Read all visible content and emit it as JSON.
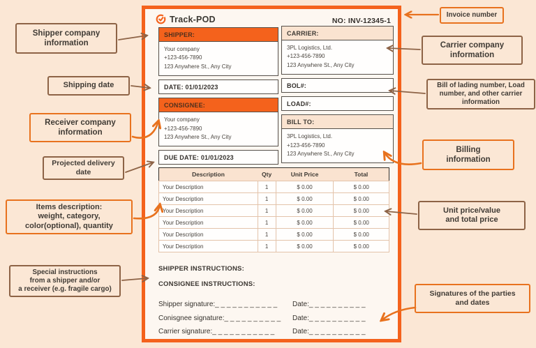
{
  "colors": {
    "accent_orange": "#F4621C",
    "annotation_orange": "#E8721E",
    "annotation_brown": "#8D6346",
    "page_peach": "#FBE7D5",
    "header_peach": "#FAE3D0"
  },
  "invoice": {
    "brand": "Track-POD",
    "number": "NO: INV-12345-1",
    "shipper": {
      "title": "SHIPPER:",
      "lines": [
        "Your company",
        "+123-456-7890",
        "123 Anywhere St., Any City"
      ],
      "date": "DATE: 01/01/2023"
    },
    "consignee": {
      "title": "CONSIGNEE:",
      "lines": [
        "Your company",
        "+123-456-7890",
        "123 Anywhere St., Any City"
      ],
      "due_date": "DUE DATE: 01/01/2023"
    },
    "carrier": {
      "title": "CARRIER:",
      "lines": [
        "3PL Logistics, Ltd.",
        "+123-456-7890",
        "123 Anywhere St., Any City"
      ],
      "bol": "BOL#:",
      "load": "LOAD#:"
    },
    "bill_to": {
      "title": "BILL TO:",
      "lines": [
        "3PL Logistics, Ltd.",
        "+123-456-7890",
        "123 Anywhere St., Any City"
      ]
    },
    "table": {
      "headers": [
        "Description",
        "Qty",
        "Unit Price",
        "Total"
      ],
      "rows": [
        [
          "Your Description",
          "1",
          "$ 0.00",
          "$ 0.00"
        ],
        [
          "Your Description",
          "1",
          "$ 0.00",
          "$ 0.00"
        ],
        [
          "Your Description",
          "1",
          "$ 0.00",
          "$ 0.00"
        ],
        [
          "Your Description",
          "1",
          "$ 0.00",
          "$ 0.00"
        ],
        [
          "Your Description",
          "1",
          "$ 0.00",
          "$ 0.00"
        ],
        [
          "Your Description",
          "1",
          "$ 0.00",
          "$ 0.00"
        ]
      ]
    },
    "instructions": {
      "shipper": "SHIPPER INSTRUCTIONS:",
      "consignee": "CONSIGNEE INSTRUCTIONS:"
    },
    "signatures": [
      {
        "label": "Shipper signature:",
        "line": "_ _ _ _ _ _ _ _ _ _ _",
        "date_label": "Date:",
        "date_line": "_ _ _ _ _ _ _ _ _ _"
      },
      {
        "label": "Conisgnee signature:",
        "line": "_ _ _ _ _ _ _ _ _ _",
        "date_label": "Date:",
        "date_line": "_ _ _ _ _ _ _ _ _ _"
      },
      {
        "label": "Carrier signature:",
        "line": "_ _ _ _ _ _ _ _ _ _ _",
        "date_label": "Date:",
        "date_line": "_ _ _ _ _ _ _ _ _ _"
      }
    ]
  },
  "annotations": {
    "shipper_info": "Shipper company\ninformation",
    "shipping_date": "Shipping date",
    "receiver_info": "Receiver company\ninformation",
    "projected_delivery": "Projected delivery\ndate",
    "items_description": "Items description:\nweight, category,\ncolor(optional), quantity",
    "special_instructions": "Special instructions\nfrom a shipper and/or\na receiver (e.g. fragile cargo)",
    "invoice_number": "Invoice number",
    "carrier_info": "Carrier company\ninformation",
    "bol_info": "Bill of lading number, Load\nnumber, and other carrier\ninformation",
    "billing_info": "Billing\ninformation",
    "unit_price": "Unit price/value\nand total price",
    "signatures_dates": "Signatures of the parties\nand dates"
  }
}
